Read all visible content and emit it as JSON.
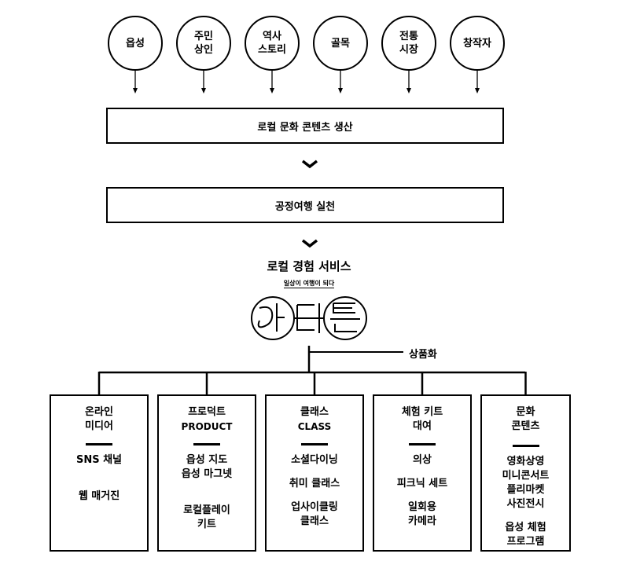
{
  "sources": [
    "읍성",
    "주민\n상인",
    "역사\n스토리",
    "골목",
    "전통\n시장",
    "창작자"
  ],
  "bar1": "로컬 문화 콘텐츠 생산",
  "bar2": "공정여행 실천",
  "service_title": "로컬 경험 서비스",
  "service_tagline": "일상이 여행이 되다",
  "commercialize_label": "상품화",
  "categories": [
    {
      "title": "온라인\n미디어",
      "sub": "",
      "items": [
        "SNS 채널",
        "웹 매거진"
      ]
    },
    {
      "title": "프로덕트",
      "sub": "PRODUCT",
      "items": [
        "읍성 지도\n읍성 마그넷",
        "로컬플레이\n키트"
      ]
    },
    {
      "title": "클래스",
      "sub": "CLASS",
      "items": [
        "소셜다이닝",
        "취미 클래스",
        "업사이클링\n클래스"
      ]
    },
    {
      "title": "체험 키트\n대여",
      "sub": "",
      "items": [
        "의상",
        "피크닉 세트",
        "일회용\n카메라"
      ]
    },
    {
      "title": "문화\n콘텐츠",
      "sub": "",
      "items": [
        "영화상영\n미니콘서트\n플리마켓\n사진전시",
        "읍성 체험\n프로그램"
      ]
    }
  ]
}
